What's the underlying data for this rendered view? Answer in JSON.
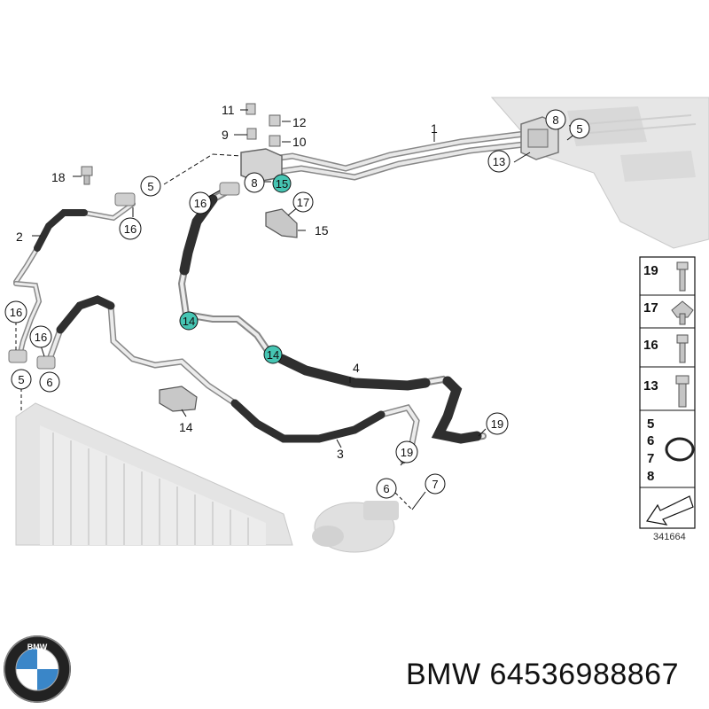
{
  "diagram": {
    "callouts": {
      "c1": "1",
      "c2": "2",
      "c3": "3",
      "c4": "4",
      "c5a": "5",
      "c5b": "5",
      "c5c": "5",
      "c6a": "6",
      "c6b": "6",
      "c7": "7",
      "c8a": "8",
      "c8b": "8",
      "c9": "9",
      "c10": "10",
      "c11": "11",
      "c12": "12",
      "c13": "13",
      "c14a": "14",
      "c14b": "14",
      "c14c": "14",
      "c15a": "15",
      "c15b": "15",
      "c16a": "16",
      "c16b": "16",
      "c16c": "16",
      "c16d": "16",
      "c17": "17",
      "c18": "18",
      "c19a": "19",
      "c19b": "19"
    },
    "legend": {
      "rows": [
        "19",
        "17",
        "16",
        "13"
      ],
      "seal_numbers": [
        "5",
        "6",
        "7",
        "8"
      ]
    },
    "diagram_number": "341664",
    "highlight_color": "#46c5b3"
  },
  "footer": {
    "brand": "BMW",
    "part_number": "64536988867",
    "text": "BMW 64536988867"
  }
}
